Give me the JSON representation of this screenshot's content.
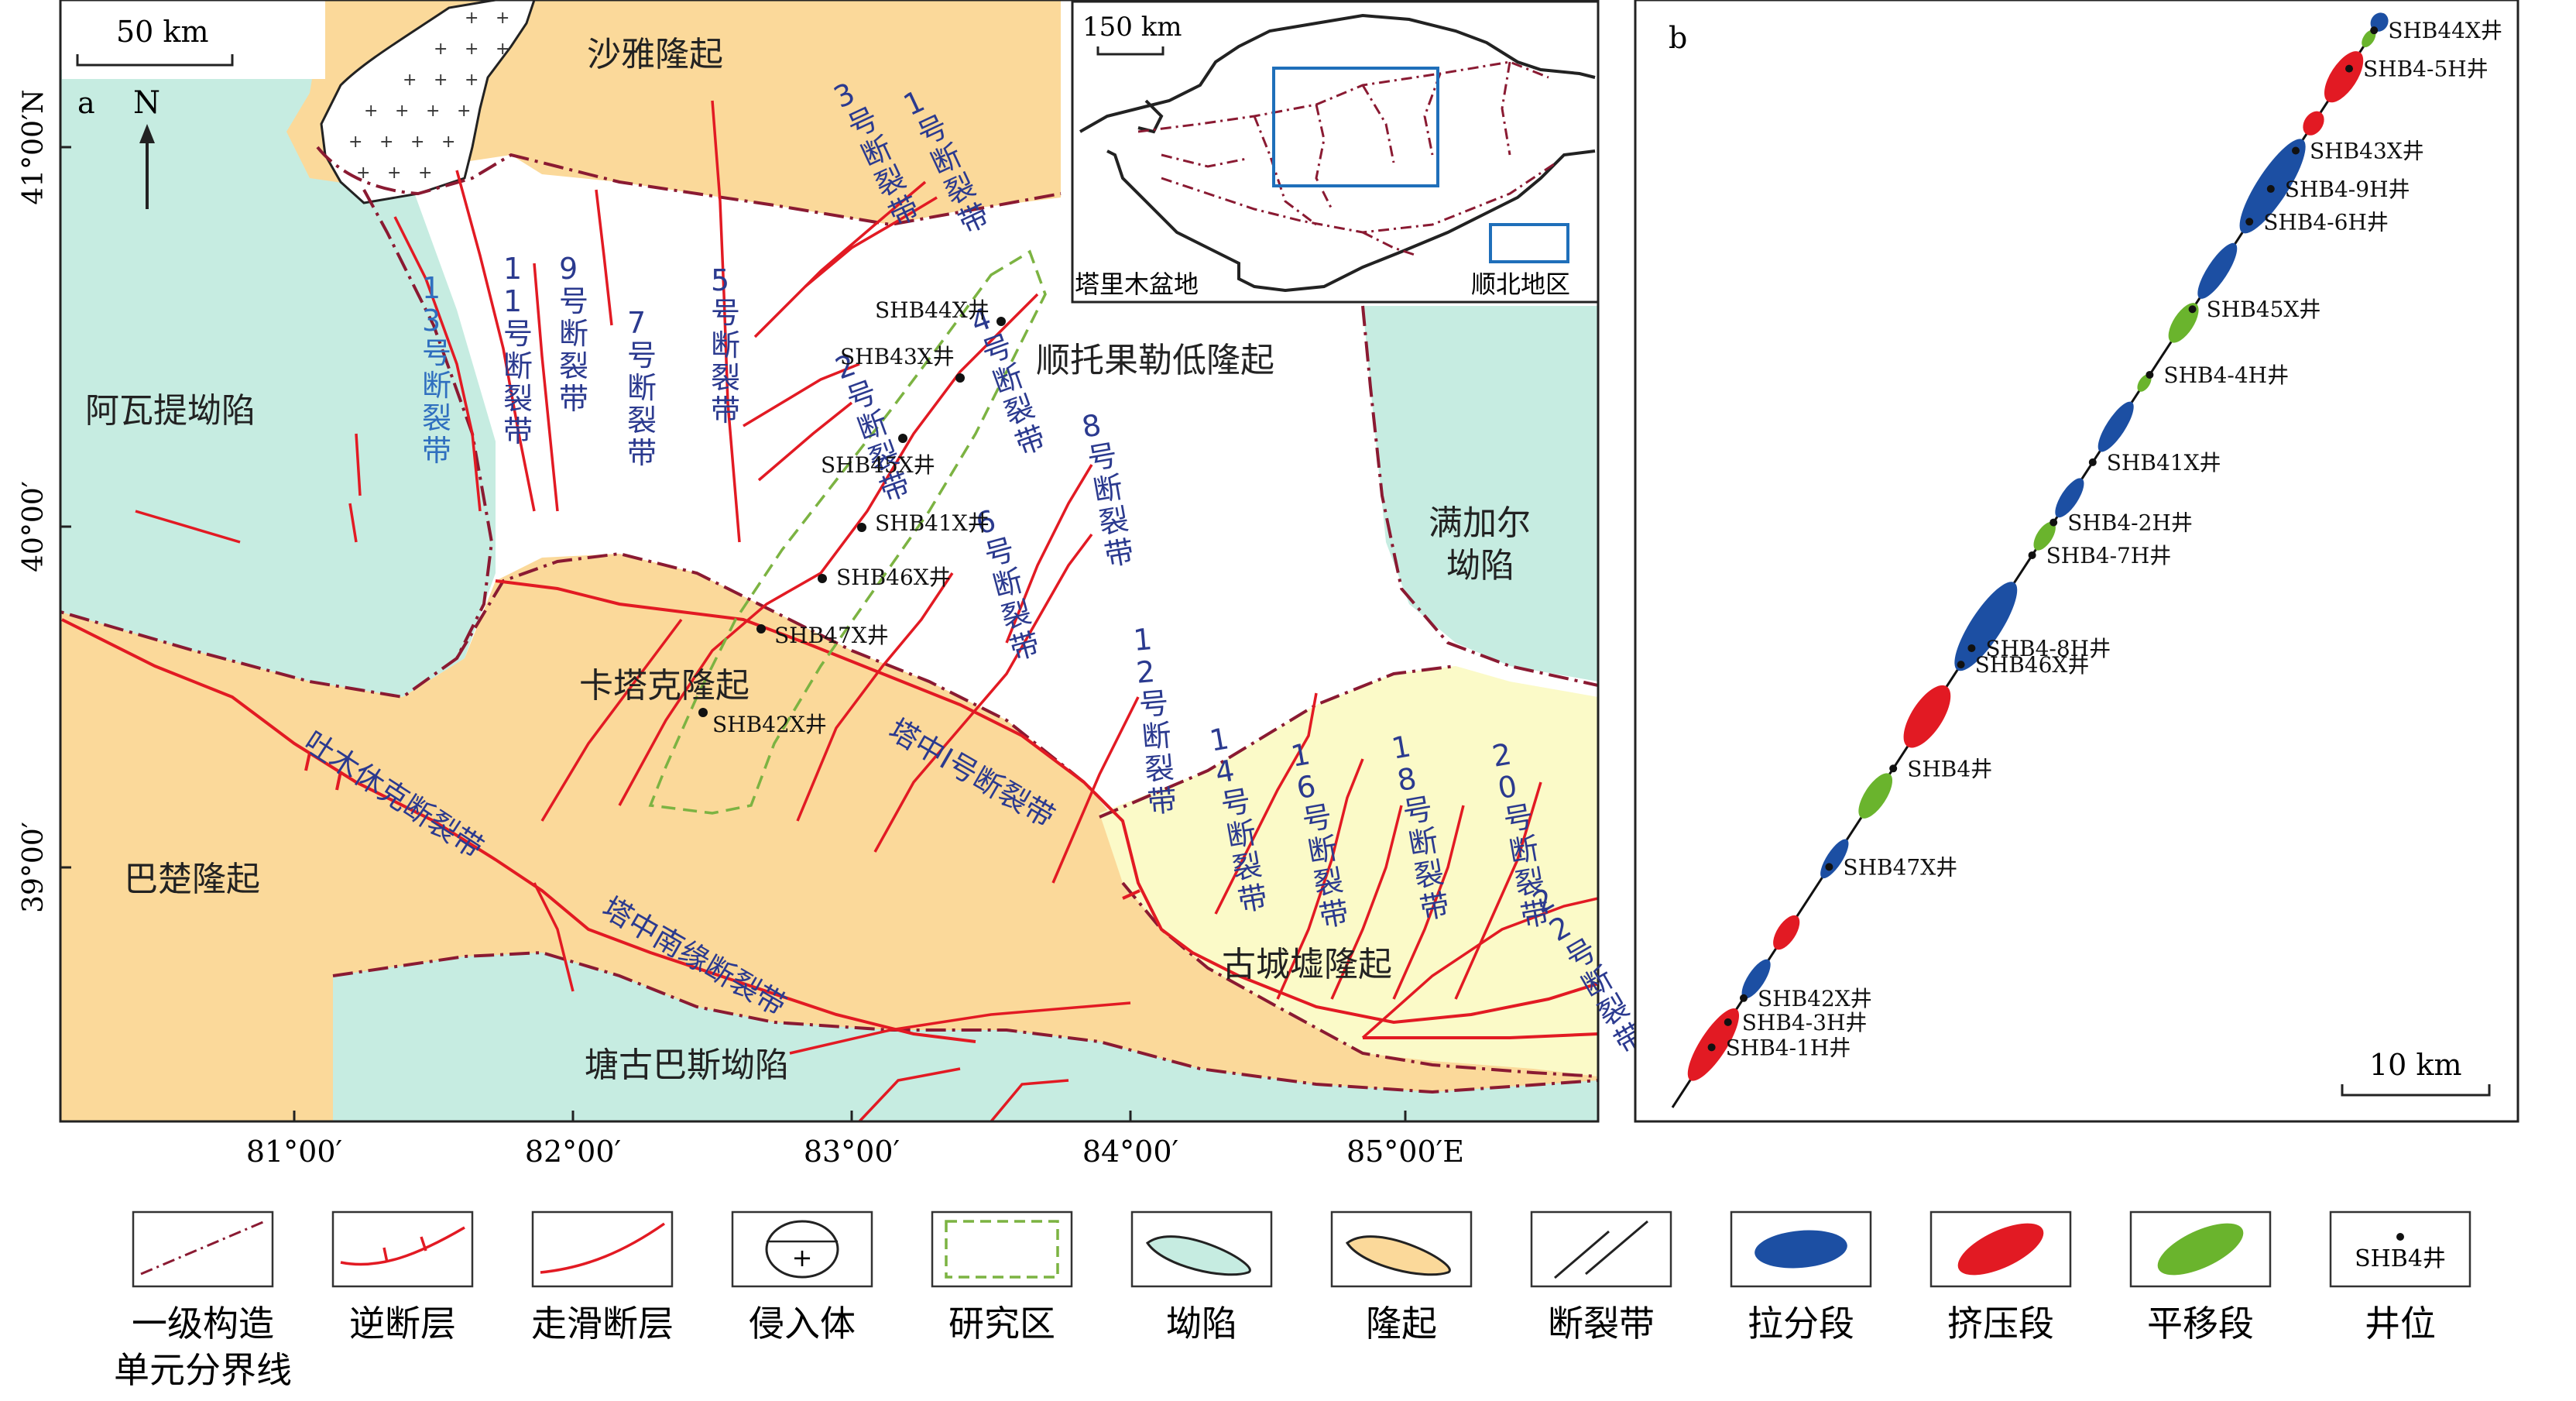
{
  "panel_a": {
    "label": "a",
    "scale_bar": "50 km",
    "north": "N",
    "lat_labels": [
      "41°00′N",
      "40°00′",
      "39°00′"
    ],
    "lon_labels": [
      "81°00′",
      "82°00′",
      "83°00′",
      "84°00′",
      "85°00′E"
    ],
    "regions": {
      "shaya": "沙雅隆起",
      "awati": "阿瓦提坳陷",
      "shuntuo": "顺托果勒低隆起",
      "manjiaer_1": "满加尔",
      "manjiaer_2": "坳陷",
      "katake": "卡塔克隆起",
      "bachu": "巴楚隆起",
      "guchengxu": "古城墟隆起",
      "tanggu": "塘古巴斯坳陷"
    },
    "named_faults": {
      "tumuxiuke": "吐木休克断裂带",
      "tazhong1": "塔中Ⅰ号断裂带",
      "tazhong_south": "塔中南缘断裂带"
    },
    "fault_zones": [
      {
        "text": "1号断裂带",
        "color": "#2b3a8f"
      },
      {
        "text": "3号断裂带",
        "color": "#2b3a8f"
      },
      {
        "text": "5号断裂带",
        "color": "#2b3a8f"
      },
      {
        "text": "7号断裂带",
        "color": "#2b3a8f"
      },
      {
        "text": "9号断裂带",
        "color": "#2b3a8f"
      },
      {
        "text": "11号断裂带",
        "color": "#2b3a8f"
      },
      {
        "text": "13号断裂带",
        "color": "#2f6fbf"
      },
      {
        "text": "2号断裂带",
        "color": "#2b3a8f"
      },
      {
        "text": "4号断裂带",
        "color": "#2b3a8f"
      },
      {
        "text": "6号断裂带",
        "color": "#2b3a8f"
      },
      {
        "text": "8号断裂带",
        "color": "#2b3a8f"
      },
      {
        "text": "12号断裂带",
        "color": "#2b3a8f"
      },
      {
        "text": "14号断裂带",
        "color": "#2b3a8f"
      },
      {
        "text": "16号断裂带",
        "color": "#2b3a8f"
      },
      {
        "text": "18号断裂带",
        "color": "#2b3a8f"
      },
      {
        "text": "20号断裂带",
        "color": "#2b3a8f"
      },
      {
        "text": "22号断裂带",
        "color": "#2b3a8f"
      }
    ],
    "wells": [
      "SHB44X井",
      "SHB43X井",
      "SHB45X井",
      "SHB41X井",
      "SHB46X井",
      "SHB47X井",
      "SHB42X井"
    ],
    "inset": {
      "scale": "150 km",
      "basin": "塔里木盆地",
      "area": "顺北地区"
    }
  },
  "panel_b": {
    "label": "b",
    "scale_bar": "10 km",
    "wells": [
      "SHB44X井",
      "SHB4-5H井",
      "SHB43X井",
      "SHB4-9H井",
      "SHB4-6H井",
      "SHB45X井",
      "SHB4-4H井",
      "SHB41X井",
      "SHB4-2H井",
      "SHB4-7H井",
      "SHB4-8H井",
      "SHB46X井",
      "SHB4井",
      "SHB47X井",
      "SHB42X井",
      "SHB4-3H井",
      "SHB4-1H井"
    ]
  },
  "legend": [
    {
      "label": "一级构造单元分界线",
      "line2": ""
    },
    {
      "label": "逆断层",
      "line2": ""
    },
    {
      "label": "走滑断层",
      "line2": ""
    },
    {
      "label": "侵入体",
      "line2": ""
    },
    {
      "label": "研究区",
      "line2": ""
    },
    {
      "label": "坳陷",
      "line2": ""
    },
    {
      "label": "隆起",
      "line2": ""
    },
    {
      "label": "断裂带",
      "line2": ""
    },
    {
      "label": "拉分段",
      "line2": ""
    },
    {
      "label": "挤压段",
      "line2": ""
    },
    {
      "label": "平移段",
      "line2": ""
    },
    {
      "label": "井位",
      "line2": ""
    }
  ],
  "legend_split": {
    "line1": "一级构造",
    "line2": "单元分界线"
  },
  "legend_well_sample": "SHB4井",
  "colors": {
    "depression": "#c6ece1",
    "uplift": "#fbd99a",
    "guchengxu": "#fbfac8",
    "lowuplift": "#ffffff",
    "fault": "#e21a23",
    "boundary": "#8a1a32",
    "study_area": "#7cb342",
    "pull_apart": "#1c4fa3",
    "compression": "#e21a23",
    "translation": "#6ab42d"
  }
}
